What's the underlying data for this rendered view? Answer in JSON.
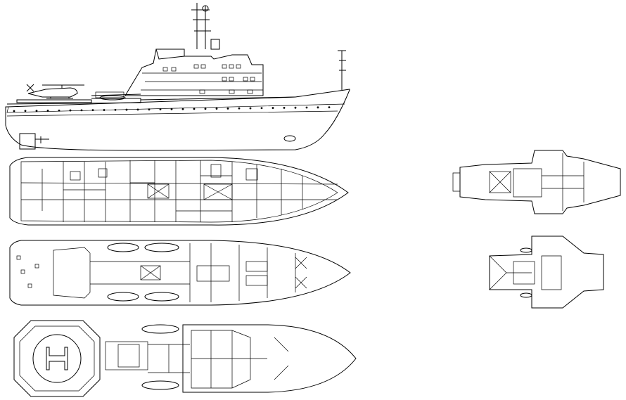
{
  "drawing": {
    "line_color": "#000000",
    "background_color": "#ffffff",
    "views": [
      "side-elevation",
      "lower-deck-plan",
      "main-deck-plan",
      "upper-deck-helideck-plan",
      "bridge-deck-plan",
      "compass-deck-plan"
    ],
    "icons": [
      "helicopter-icon",
      "helipad-h-marking-icon",
      "lifeboat-icon",
      "mast-icon"
    ]
  }
}
